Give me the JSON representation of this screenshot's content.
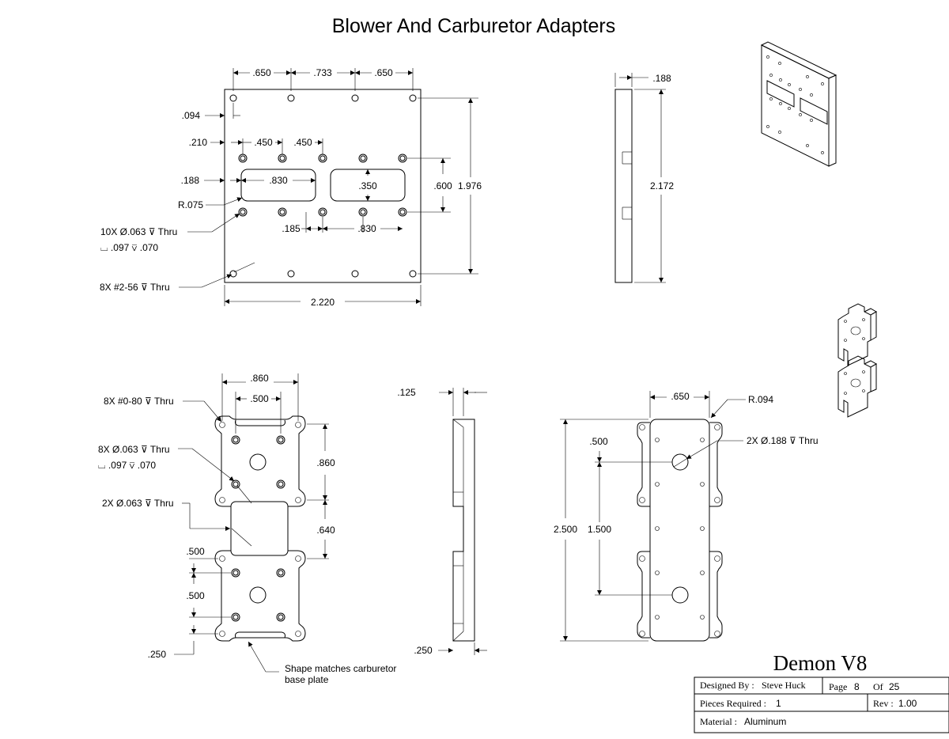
{
  "title": "Blower And Carburetor Adapters",
  "blower_top": {
    "d_650a": ".650",
    "d_733": ".733",
    "d_650b": ".650",
    "d_094": ".094",
    "d_210": ".210",
    "d_450a": ".450",
    "d_450b": ".450",
    "d_188": ".188",
    "d_830a": ".830",
    "d_350": ".350",
    "d_600": ".600",
    "d_1976": "1.976",
    "r_075": "R.075",
    "holes_10x": "10X Ø.063 ⊽ Thru",
    "cbore": "⌴ .097 ⊽ .070",
    "d_185": ".185",
    "d_830b": ".830",
    "holes_8x": "8X #2-56 ⊽ Thru",
    "d_2220": "2.220"
  },
  "blower_side": {
    "d_188": ".188",
    "d_2172": "2.172"
  },
  "carb_top": {
    "d_860a": ".860",
    "d_500a": ".500",
    "holes_8x_080": "8X #0-80 ⊽ Thru",
    "holes_8x_063": "8X Ø.063 ⊽ Thru",
    "cbore": "⌴ .097 ⊽ .070",
    "holes_2x_063": "2X Ø.063 ⊽ Thru",
    "d_860b": ".860",
    "d_640": ".640",
    "d_500b": ".500",
    "d_500c": ".500",
    "d_250": ".250",
    "note": "Shape matches carburetor",
    "note2": "base plate"
  },
  "carb_side": {
    "d_125": ".125",
    "d_250": ".250"
  },
  "carb_front": {
    "d_650": ".650",
    "r_094": "R.094",
    "holes_2x_188": "2X Ø.188 ⊽ Thru",
    "d_500": ".500",
    "d_2500": "2.500",
    "d_1500": "1.500"
  },
  "title_block": {
    "project": "Demon V8",
    "designed_by_label": "Designed By :",
    "designed_by": "Steve Huck",
    "page_label": "Page",
    "page": "8",
    "of_label": "Of",
    "of": "25",
    "pieces_label": "Pieces Required :",
    "pieces": "1",
    "rev_label": "Rev :",
    "rev": "1.00",
    "material_label": "Material :",
    "material": "Aluminum"
  }
}
